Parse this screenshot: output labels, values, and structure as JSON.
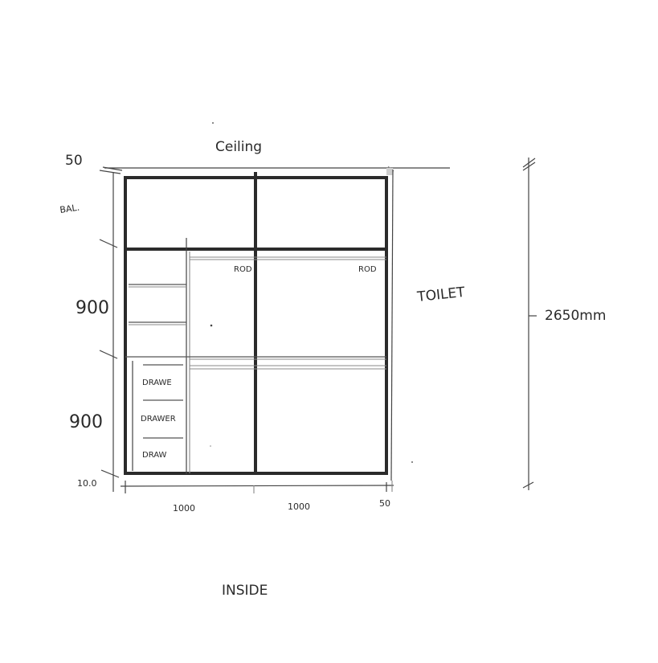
{
  "labels": {
    "ceiling": "Ceiling",
    "bal": "BAL.",
    "toilet": "TOILET",
    "inside": "INSIDE",
    "total_height": "2650mm"
  },
  "dimensions": {
    "top_gap": "50",
    "upper_section": "900",
    "lower_section": "900",
    "base": "10.0",
    "left_width": "1000",
    "right_width": "1000",
    "right_gap": "50"
  },
  "compartments": {
    "rod_left": "ROD",
    "rod_right": "ROD",
    "drawers": [
      "DRAWE",
      "DRAWER",
      "DRAW"
    ]
  }
}
